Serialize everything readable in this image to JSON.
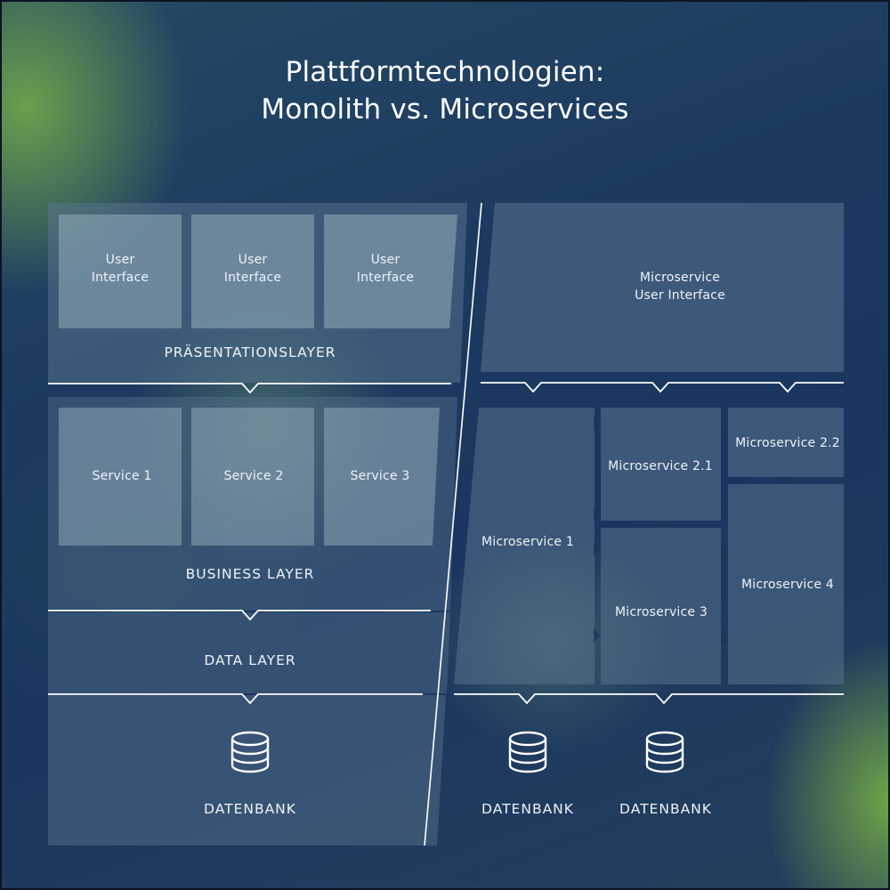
{
  "title": {
    "line1": "Plattformtechnologien:",
    "line2": "Monolith vs. Microservices"
  },
  "monolith": {
    "presentation_boxes": [
      {
        "line1": "User",
        "line2": "Interface"
      },
      {
        "line1": "User",
        "line2": "Interface"
      },
      {
        "line1": "User",
        "line2": "Interface"
      }
    ],
    "presentation_layer_label": "PRÄSENTATIONSLAYER",
    "business_services": [
      "Service 1",
      "Service 2",
      "Service 3"
    ],
    "business_layer_label": "BUSINESS LAYER",
    "data_layer_label": "DATA LAYER",
    "database_icon": "database-icon",
    "database_label": "DATENBANK"
  },
  "microservices": {
    "ui_box": {
      "line1": "Microservice",
      "line2": "User Interface"
    },
    "services": {
      "ms1": "Microservice 1",
      "ms21": "Microservice 2.1",
      "ms22": "Microservice 2.2",
      "ms3": "Microservice 3",
      "ms4": "Microservice 4"
    },
    "database_icon": "database-icon",
    "database_labels": [
      "DATENBANK",
      "DATENBANK"
    ]
  },
  "colors": {
    "panel": "#5a7590",
    "box": "#8ea6b4",
    "line": "#ffffff"
  }
}
